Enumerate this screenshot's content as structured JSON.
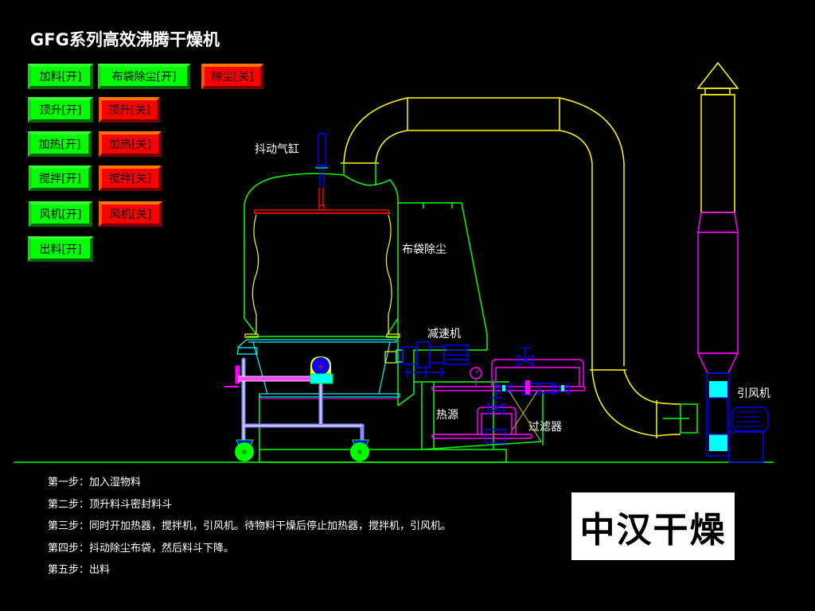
{
  "title": "GFG系列高效沸腾干燥机",
  "colors": {
    "on": "#00ff00",
    "off": "#ff0000",
    "background": "#000000",
    "duct": "#ffff00",
    "frame": "#00ff00",
    "pipe": "#ff00ff",
    "equipment": "#0000ff",
    "accent": "#00ffff"
  },
  "controls": {
    "feed_on": "加料[开]",
    "bag_dust_on": "布袋除尘[开]",
    "dust_off": "除尘[关]",
    "lift_on": "顶升[开]",
    "lift_off": "顶升[关]",
    "heat_on": "加热[开]",
    "heat_off": "加热[关]",
    "stir_on": "搅拌[开]",
    "stir_off": "搅拌[关]",
    "fan_on": "风机[开]",
    "fan_off": "风机[关]",
    "discharge_on": "出料[开]"
  },
  "diagram": {
    "cylinder_label": "抖动气缸",
    "bag_filter_label": "布袋除尘",
    "reducer_label": "减速机",
    "heat_source_label": "热源",
    "filter_label": "过滤器",
    "fan_label": "引风机"
  },
  "steps": [
    "第一步：加入湿物料",
    "第二步：顶升料斗密封料斗",
    "第三步：同时开加热器，搅拌机，引风机。待物料干燥后停止加热器，搅拌机，引风机。",
    "第四步：抖动除尘布袋，然后料斗下降。",
    "第五步：出料"
  ],
  "brand": "中汉干燥"
}
